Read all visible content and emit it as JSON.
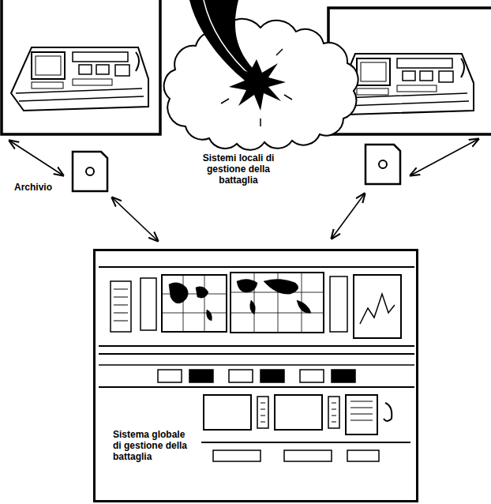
{
  "diagram": {
    "nodes": [
      {
        "text": [
          "Sistema globale di gestione della battaglia"
        ]
      }
    ],
    "labels": [
      "Archivio",
      "Sistemi locali di gestione della battaglia"
    ]
  }
}
